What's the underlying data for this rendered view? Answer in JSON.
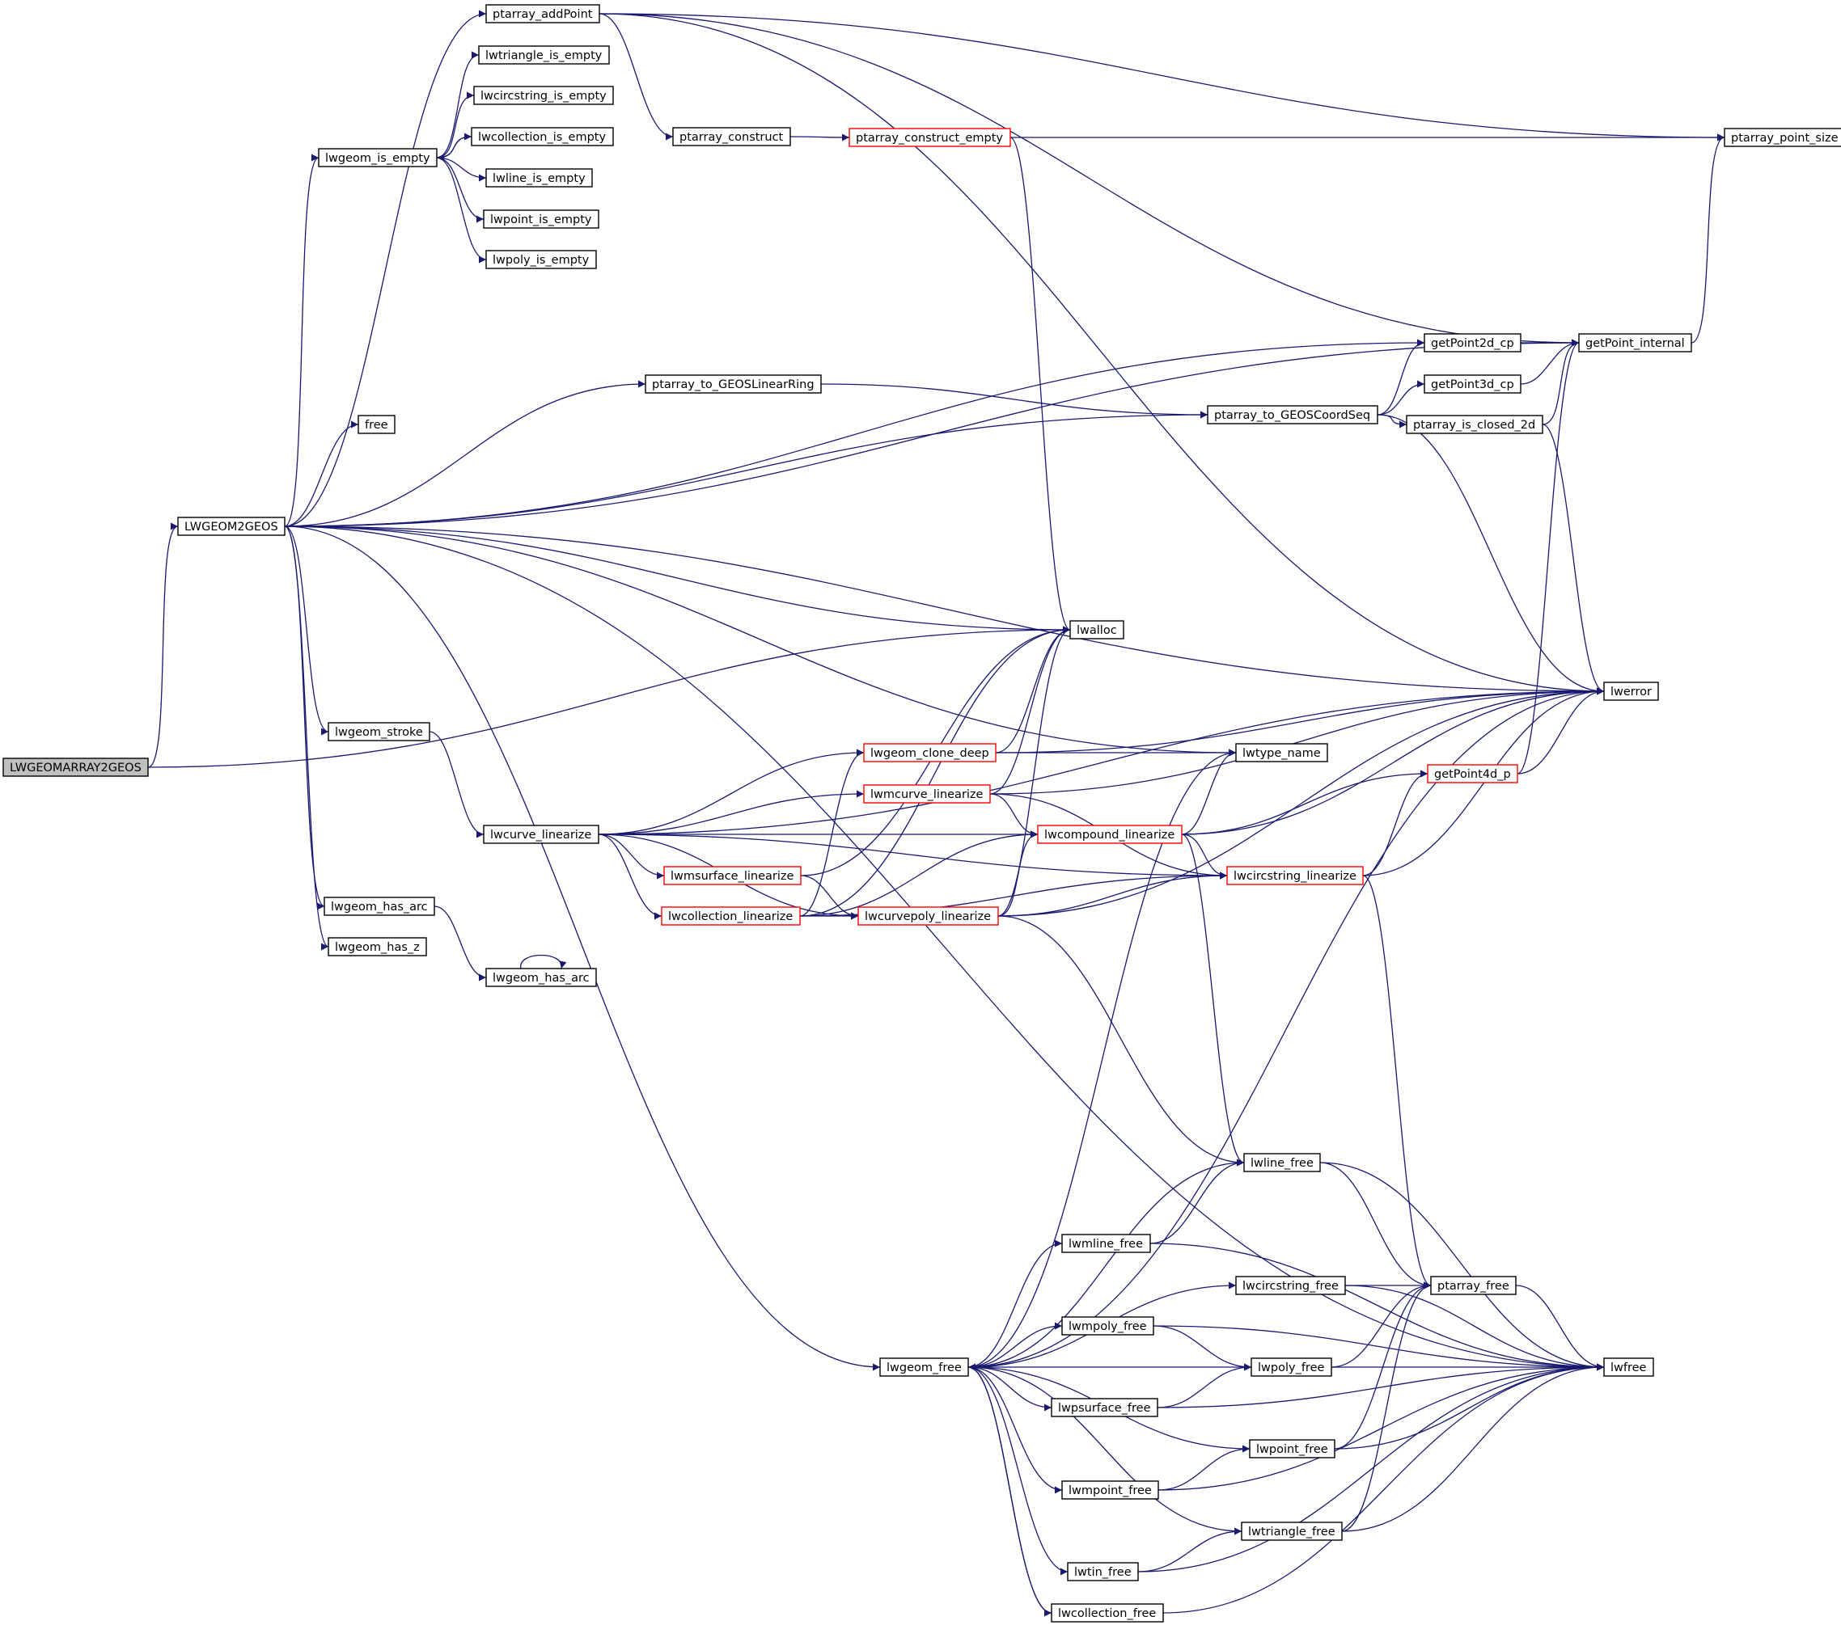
{
  "colors": {
    "edge": "#191970",
    "node_border": "#000000",
    "node_border_truncated": "#ff0000",
    "node_fill": "#ffffff",
    "root_fill": "#bfbfbf"
  },
  "nodes": [
    {
      "id": "n_root",
      "label": "LWGEOMARRAY2GEOS",
      "style": "root"
    },
    {
      "id": "n_lwgeom2geos",
      "label": "LWGEOM2GEOS",
      "style": "normal"
    },
    {
      "id": "n_ptarray_addpoint",
      "label": "ptarray_addPoint",
      "style": "normal"
    },
    {
      "id": "n_lwtriangle_is_empty",
      "label": "lwtriangle_is_empty",
      "style": "normal"
    },
    {
      "id": "n_lwcircstring_is_empty",
      "label": "lwcircstring_is_empty",
      "style": "normal"
    },
    {
      "id": "n_lwcollection_is_empty",
      "label": "lwcollection_is_empty",
      "style": "normal"
    },
    {
      "id": "n_lwgeom_is_empty",
      "label": "lwgeom_is_empty",
      "style": "normal"
    },
    {
      "id": "n_lwline_is_empty",
      "label": "lwline_is_empty",
      "style": "normal"
    },
    {
      "id": "n_lwpoint_is_empty",
      "label": "lwpoint_is_empty",
      "style": "normal"
    },
    {
      "id": "n_lwpoly_is_empty",
      "label": "lwpoly_is_empty",
      "style": "normal"
    },
    {
      "id": "n_ptarray_construct",
      "label": "ptarray_construct",
      "style": "normal"
    },
    {
      "id": "n_ptarray_construct_empty",
      "label": "ptarray_construct_empty",
      "style": "truncated"
    },
    {
      "id": "n_ptarray_point_size",
      "label": "ptarray_point_size",
      "style": "normal"
    },
    {
      "id": "n_getpoint2d_cp",
      "label": "getPoint2d_cp",
      "style": "normal"
    },
    {
      "id": "n_getpoint_internal",
      "label": "getPoint_internal",
      "style": "normal"
    },
    {
      "id": "n_ptarray_to_geoslinearring",
      "label": "ptarray_to_GEOSLinearRing",
      "style": "normal"
    },
    {
      "id": "n_getpoint3d_cp",
      "label": "getPoint3d_cp",
      "style": "normal"
    },
    {
      "id": "n_ptarray_to_geoscoordseq",
      "label": "ptarray_to_GEOSCoordSeq",
      "style": "normal"
    },
    {
      "id": "n_ptarray_is_closed_2d",
      "label": "ptarray_is_closed_2d",
      "style": "normal"
    },
    {
      "id": "n_free",
      "label": "free",
      "style": "normal"
    },
    {
      "id": "n_lwalloc",
      "label": "lwalloc",
      "style": "normal"
    },
    {
      "id": "n_lwerror",
      "label": "lwerror",
      "style": "normal"
    },
    {
      "id": "n_lwgeom_stroke",
      "label": "lwgeom_stroke",
      "style": "normal"
    },
    {
      "id": "n_lwgeom_clone_deep",
      "label": "lwgeom_clone_deep",
      "style": "truncated"
    },
    {
      "id": "n_lwtype_name",
      "label": "lwtype_name",
      "style": "normal"
    },
    {
      "id": "n_getpoint4d_p",
      "label": "getPoint4d_p",
      "style": "truncated"
    },
    {
      "id": "n_lwmcurve_linearize",
      "label": "lwmcurve_linearize",
      "style": "truncated"
    },
    {
      "id": "n_lwcurve_linearize",
      "label": "lwcurve_linearize",
      "style": "normal"
    },
    {
      "id": "n_lwcompound_linearize",
      "label": "lwcompound_linearize",
      "style": "truncated"
    },
    {
      "id": "n_lwmsurface_linearize",
      "label": "lwmsurface_linearize",
      "style": "truncated"
    },
    {
      "id": "n_lwcircstring_linearize",
      "label": "lwcircstring_linearize",
      "style": "truncated"
    },
    {
      "id": "n_lwgeom_has_arc_a",
      "label": "lwgeom_has_arc",
      "style": "normal"
    },
    {
      "id": "n_lwcollection_linearize",
      "label": "lwcollection_linearize",
      "style": "truncated"
    },
    {
      "id": "n_lwcurvepoly_linearize",
      "label": "lwcurvepoly_linearize",
      "style": "truncated"
    },
    {
      "id": "n_lwgeom_has_z",
      "label": "lwgeom_has_z",
      "style": "normal"
    },
    {
      "id": "n_lwgeom_has_arc_b",
      "label": "lwgeom_has_arc",
      "style": "normal"
    },
    {
      "id": "n_lwline_free",
      "label": "lwline_free",
      "style": "normal"
    },
    {
      "id": "n_lwmline_free",
      "label": "lwmline_free",
      "style": "normal"
    },
    {
      "id": "n_lwcircstring_free",
      "label": "lwcircstring_free",
      "style": "normal"
    },
    {
      "id": "n_ptarray_free",
      "label": "ptarray_free",
      "style": "normal"
    },
    {
      "id": "n_lwmpoly_free",
      "label": "lwmpoly_free",
      "style": "normal"
    },
    {
      "id": "n_lwgeom_free",
      "label": "lwgeom_free",
      "style": "normal"
    },
    {
      "id": "n_lwpoly_free",
      "label": "lwpoly_free",
      "style": "normal"
    },
    {
      "id": "n_lwfree",
      "label": "lwfree",
      "style": "normal"
    },
    {
      "id": "n_lwpsurface_free",
      "label": "lwpsurface_free",
      "style": "normal"
    },
    {
      "id": "n_lwpoint_free",
      "label": "lwpoint_free",
      "style": "normal"
    },
    {
      "id": "n_lwmpoint_free",
      "label": "lwmpoint_free",
      "style": "normal"
    },
    {
      "id": "n_lwtriangle_free",
      "label": "lwtriangle_free",
      "style": "normal"
    },
    {
      "id": "n_lwtin_free",
      "label": "lwtin_free",
      "style": "normal"
    },
    {
      "id": "n_lwcollection_free",
      "label": "lwcollection_free",
      "style": "normal"
    }
  ],
  "edges": [
    {
      "from": "n_root",
      "to": "n_lwgeom2geos"
    },
    {
      "from": "n_root",
      "to": "n_lwalloc"
    },
    {
      "from": "n_lwgeom2geos",
      "to": "n_ptarray_addpoint"
    },
    {
      "from": "n_lwgeom2geos",
      "to": "n_lwgeom_is_empty"
    },
    {
      "from": "n_lwgeom2geos",
      "to": "n_getpoint_internal"
    },
    {
      "from": "n_lwgeom2geos",
      "to": "n_getpoint2d_cp"
    },
    {
      "from": "n_lwgeom2geos",
      "to": "n_ptarray_to_geoslinearring"
    },
    {
      "from": "n_lwgeom2geos",
      "to": "n_free"
    },
    {
      "from": "n_lwgeom2geos",
      "to": "n_ptarray_to_geoscoordseq"
    },
    {
      "from": "n_lwgeom2geos",
      "to": "n_lwerror"
    },
    {
      "from": "n_lwgeom2geos",
      "to": "n_lwtype_name"
    },
    {
      "from": "n_lwgeom2geos",
      "to": "n_lwalloc"
    },
    {
      "from": "n_lwgeom2geos",
      "to": "n_lwgeom_stroke"
    },
    {
      "from": "n_lwgeom2geos",
      "to": "n_lwgeom_has_arc_a"
    },
    {
      "from": "n_lwgeom2geos",
      "to": "n_lwgeom_has_z"
    },
    {
      "from": "n_lwgeom2geos",
      "to": "n_lwgeom_free"
    },
    {
      "from": "n_lwgeom2geos",
      "to": "n_lwfree"
    },
    {
      "from": "n_ptarray_addpoint",
      "to": "n_ptarray_point_size"
    },
    {
      "from": "n_ptarray_addpoint",
      "to": "n_getpoint_internal"
    },
    {
      "from": "n_ptarray_addpoint",
      "to": "n_ptarray_construct"
    },
    {
      "from": "n_ptarray_addpoint",
      "to": "n_lwerror"
    },
    {
      "from": "n_lwgeom_is_empty",
      "to": "n_lwtriangle_is_empty"
    },
    {
      "from": "n_lwgeom_is_empty",
      "to": "n_lwcircstring_is_empty"
    },
    {
      "from": "n_lwgeom_is_empty",
      "to": "n_lwcollection_is_empty"
    },
    {
      "from": "n_lwgeom_is_empty",
      "to": "n_lwline_is_empty"
    },
    {
      "from": "n_lwgeom_is_empty",
      "to": "n_lwpoint_is_empty"
    },
    {
      "from": "n_lwgeom_is_empty",
      "to": "n_lwpoly_is_empty"
    },
    {
      "from": "n_lwcollection_is_empty",
      "to": "n_lwgeom_is_empty"
    },
    {
      "from": "n_ptarray_construct",
      "to": "n_ptarray_construct_empty"
    },
    {
      "from": "n_ptarray_construct_empty",
      "to": "n_ptarray_point_size"
    },
    {
      "from": "n_ptarray_construct_empty",
      "to": "n_lwalloc"
    },
    {
      "from": "n_getpoint2d_cp",
      "to": "n_getpoint_internal"
    },
    {
      "from": "n_getpoint3d_cp",
      "to": "n_getpoint_internal"
    },
    {
      "from": "n_getpoint_internal",
      "to": "n_ptarray_point_size"
    },
    {
      "from": "n_ptarray_to_geoslinearring",
      "to": "n_ptarray_to_geoscoordseq"
    },
    {
      "from": "n_ptarray_to_geoscoordseq",
      "to": "n_getpoint2d_cp"
    },
    {
      "from": "n_ptarray_to_geoscoordseq",
      "to": "n_getpoint3d_cp"
    },
    {
      "from": "n_ptarray_to_geoscoordseq",
      "to": "n_ptarray_is_closed_2d"
    },
    {
      "from": "n_ptarray_to_geoscoordseq",
      "to": "n_lwerror"
    },
    {
      "from": "n_ptarray_is_closed_2d",
      "to": "n_getpoint_internal"
    },
    {
      "from": "n_ptarray_is_closed_2d",
      "to": "n_lwerror"
    },
    {
      "from": "n_lwgeom_stroke",
      "to": "n_lwcurve_linearize"
    },
    {
      "from": "n_lwcurve_linearize",
      "to": "n_lwgeom_clone_deep"
    },
    {
      "from": "n_lwcurve_linearize",
      "to": "n_lwmcurve_linearize"
    },
    {
      "from": "n_lwcurve_linearize",
      "to": "n_lwcompound_linearize"
    },
    {
      "from": "n_lwcurve_linearize",
      "to": "n_lwmsurface_linearize"
    },
    {
      "from": "n_lwcurve_linearize",
      "to": "n_lwcollection_linearize"
    },
    {
      "from": "n_lwcurve_linearize",
      "to": "n_lwcurvepoly_linearize"
    },
    {
      "from": "n_lwcurve_linearize",
      "to": "n_lwcircstring_linearize"
    },
    {
      "from": "n_lwcurve_linearize",
      "to": "n_lwerror"
    },
    {
      "from": "n_lwgeom_clone_deep",
      "to": "n_lwalloc"
    },
    {
      "from": "n_lwgeom_clone_deep",
      "to": "n_lwtype_name"
    },
    {
      "from": "n_lwgeom_clone_deep",
      "to": "n_lwerror"
    },
    {
      "from": "n_lwmcurve_linearize",
      "to": "n_lwalloc"
    },
    {
      "from": "n_lwmcurve_linearize",
      "to": "n_lwerror"
    },
    {
      "from": "n_lwmcurve_linearize",
      "to": "n_lwcompound_linearize"
    },
    {
      "from": "n_lwmcurve_linearize",
      "to": "n_lwcircstring_linearize"
    },
    {
      "from": "n_lwmsurface_linearize",
      "to": "n_lwalloc"
    },
    {
      "from": "n_lwmsurface_linearize",
      "to": "n_lwcurvepoly_linearize"
    },
    {
      "from": "n_lwcollection_linearize",
      "to": "n_lwalloc"
    },
    {
      "from": "n_lwcollection_linearize",
      "to": "n_lwgeom_clone_deep"
    },
    {
      "from": "n_lwcollection_linearize",
      "to": "n_lwcompound_linearize"
    },
    {
      "from": "n_lwcollection_linearize",
      "to": "n_lwcurvepoly_linearize"
    },
    {
      "from": "n_lwcollection_linearize",
      "to": "n_lwcircstring_linearize"
    },
    {
      "from": "n_lwcurvepoly_linearize",
      "to": "n_lwalloc"
    },
    {
      "from": "n_lwcurvepoly_linearize",
      "to": "n_lwcompound_linearize"
    },
    {
      "from": "n_lwcurvepoly_linearize",
      "to": "n_lwcircstring_linearize"
    },
    {
      "from": "n_lwcurvepoly_linearize",
      "to": "n_lwerror"
    },
    {
      "from": "n_lwcurvepoly_linearize",
      "to": "n_lwline_free"
    },
    {
      "from": "n_lwcompound_linearize",
      "to": "n_lwtype_name"
    },
    {
      "from": "n_lwcompound_linearize",
      "to": "n_getpoint4d_p"
    },
    {
      "from": "n_lwcompound_linearize",
      "to": "n_lwerror"
    },
    {
      "from": "n_lwcompound_linearize",
      "to": "n_lwcircstring_linearize"
    },
    {
      "from": "n_lwcompound_linearize",
      "to": "n_lwline_free"
    },
    {
      "from": "n_lwcircstring_linearize",
      "to": "n_getpoint4d_p"
    },
    {
      "from": "n_lwcircstring_linearize",
      "to": "n_lwerror"
    },
    {
      "from": "n_lwcircstring_linearize",
      "to": "n_ptarray_free"
    },
    {
      "from": "n_getpoint4d_p",
      "to": "n_getpoint_internal"
    },
    {
      "from": "n_getpoint4d_p",
      "to": "n_lwerror"
    },
    {
      "from": "n_lwgeom_has_arc_a",
      "to": "n_lwgeom_has_arc_b"
    },
    {
      "from": "n_lwgeom_has_arc_b",
      "to": "n_lwgeom_has_arc_b"
    },
    {
      "from": "n_lwgeom_free",
      "to": "n_lwtype_name"
    },
    {
      "from": "n_lwgeom_free",
      "to": "n_lwerror"
    },
    {
      "from": "n_lwgeom_free",
      "to": "n_lwline_free"
    },
    {
      "from": "n_lwgeom_free",
      "to": "n_lwmline_free"
    },
    {
      "from": "n_lwgeom_free",
      "to": "n_lwcircstring_free"
    },
    {
      "from": "n_lwgeom_free",
      "to": "n_lwmpoly_free"
    },
    {
      "from": "n_lwgeom_free",
      "to": "n_lwpoly_free"
    },
    {
      "from": "n_lwgeom_free",
      "to": "n_lwpsurface_free"
    },
    {
      "from": "n_lwgeom_free",
      "to": "n_lwpoint_free"
    },
    {
      "from": "n_lwgeom_free",
      "to": "n_lwmpoint_free"
    },
    {
      "from": "n_lwgeom_free",
      "to": "n_lwtriangle_free"
    },
    {
      "from": "n_lwgeom_free",
      "to": "n_lwtin_free"
    },
    {
      "from": "n_lwgeom_free",
      "to": "n_lwcollection_free"
    },
    {
      "from": "n_lwcollection_free",
      "to": "n_lwgeom_free"
    },
    {
      "from": "n_lwline_free",
      "to": "n_lwfree"
    },
    {
      "from": "n_lwline_free",
      "to": "n_ptarray_free"
    },
    {
      "from": "n_lwmline_free",
      "to": "n_lwline_free"
    },
    {
      "from": "n_lwmline_free",
      "to": "n_lwfree"
    },
    {
      "from": "n_lwcircstring_free",
      "to": "n_ptarray_free"
    },
    {
      "from": "n_lwcircstring_free",
      "to": "n_lwfree"
    },
    {
      "from": "n_ptarray_free",
      "to": "n_lwfree"
    },
    {
      "from": "n_lwmpoly_free",
      "to": "n_lwpoly_free"
    },
    {
      "from": "n_lwmpoly_free",
      "to": "n_lwfree"
    },
    {
      "from": "n_lwpoly_free",
      "to": "n_ptarray_free"
    },
    {
      "from": "n_lwpoly_free",
      "to": "n_lwfree"
    },
    {
      "from": "n_lwpsurface_free",
      "to": "n_lwpoly_free"
    },
    {
      "from": "n_lwpsurface_free",
      "to": "n_lwfree"
    },
    {
      "from": "n_lwpoint_free",
      "to": "n_ptarray_free"
    },
    {
      "from": "n_lwpoint_free",
      "to": "n_lwfree"
    },
    {
      "from": "n_lwmpoint_free",
      "to": "n_lwpoint_free"
    },
    {
      "from": "n_lwmpoint_free",
      "to": "n_lwfree"
    },
    {
      "from": "n_lwtriangle_free",
      "to": "n_ptarray_free"
    },
    {
      "from": "n_lwtriangle_free",
      "to": "n_lwfree"
    },
    {
      "from": "n_lwtin_free",
      "to": "n_lwtriangle_free"
    },
    {
      "from": "n_lwtin_free",
      "to": "n_lwfree"
    },
    {
      "from": "n_lwcollection_free",
      "to": "n_lwfree"
    }
  ]
}
